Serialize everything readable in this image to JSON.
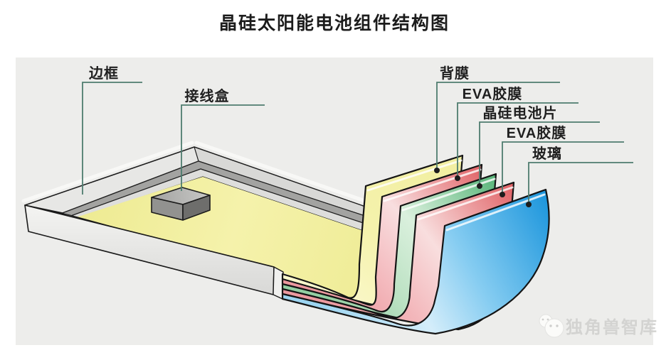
{
  "title": "晶硅太阳能电池组件结构图",
  "diagram": {
    "panel_background": "#ededeb",
    "leader_line_color": "#4e7c6f",
    "frame_color": "#e7e7e5",
    "panel_surface_color": "#f1ee9b",
    "labels": {
      "frame": "边框",
      "junction_box": "接线盒"
    },
    "layers": [
      {
        "id": "back-sheet",
        "label": "背膜",
        "color": "#f3f0a2"
      },
      {
        "id": "eva-film-top",
        "label": "EVA胶膜",
        "color": "#e06468"
      },
      {
        "id": "silicon-cell",
        "label": "晶硅电池片",
        "color": "#54b376"
      },
      {
        "id": "eva-film-bottom",
        "label": "EVA胶膜",
        "color": "#e06468"
      },
      {
        "id": "glass",
        "label": "玻璃",
        "color": "#1b95dc"
      }
    ]
  },
  "watermark": {
    "text": "独角兽智库",
    "icon": "wechat-bubbles-icon"
  }
}
